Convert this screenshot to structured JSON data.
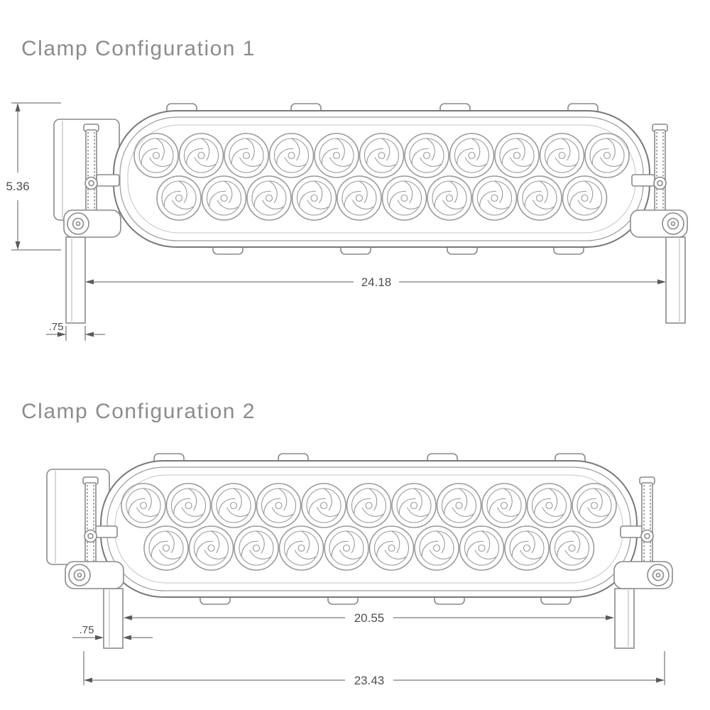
{
  "page": {
    "background": "#ffffff"
  },
  "colors": {
    "drawing_line": "#8a8a8a",
    "dimension_line": "#5a5a5a",
    "title_text": "#8c8c8c"
  },
  "config1": {
    "title": "Clamp Configuration 1",
    "dimensions": {
      "height": "5.36",
      "clamp_span": "24.18",
      "post_width": ".75"
    }
  },
  "config2": {
    "title": "Clamp Configuration 2",
    "dimensions": {
      "clamp_span": "20.55",
      "post_width": ".75",
      "overall_length": "23.43"
    }
  },
  "drawing_info": {
    "lens_count_top_row": 11,
    "lens_count_bottom_row": 10,
    "subject": "LED light bar with mounting clamps, two clamp position configurations"
  }
}
